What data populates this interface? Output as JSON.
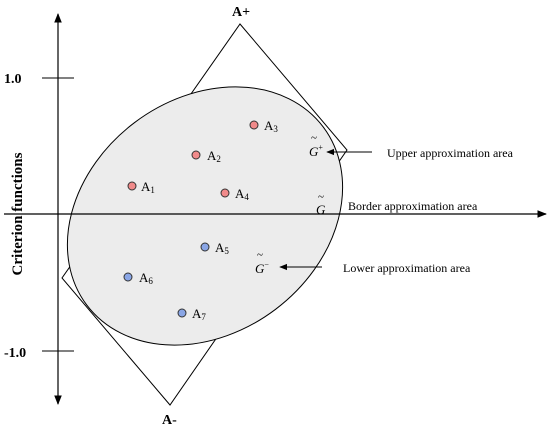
{
  "axis": {
    "y_title": "Criterion functions",
    "tick_top": "1.0",
    "tick_bottom": "-1.0"
  },
  "vertices": {
    "top": "A+",
    "bottom": "A-"
  },
  "alternatives": [
    {
      "letter": "A",
      "sub": "1",
      "color": "#f08a8a"
    },
    {
      "letter": "A",
      "sub": "2",
      "color": "#f08a8a"
    },
    {
      "letter": "A",
      "sub": "3",
      "color": "#f08a8a"
    },
    {
      "letter": "A",
      "sub": "4",
      "color": "#f08a8a"
    },
    {
      "letter": "A",
      "sub": "5",
      "color": "#8aa6e6"
    },
    {
      "letter": "A",
      "sub": "6",
      "color": "#8aa6e6"
    },
    {
      "letter": "A",
      "sub": "7",
      "color": "#8aa6e6"
    }
  ],
  "regions": {
    "upper": {
      "symbol": "G",
      "accent": "~",
      "sup": "+",
      "label": "Upper approximation area"
    },
    "border": {
      "symbol": "G",
      "accent": "~",
      "label": "Border approximation area"
    },
    "lower": {
      "symbol": "G",
      "accent": "~",
      "sup": "−",
      "label": "Lower approximation area"
    }
  },
  "colors": {
    "ellipse_fill": "#ececec",
    "line": "#000000"
  }
}
